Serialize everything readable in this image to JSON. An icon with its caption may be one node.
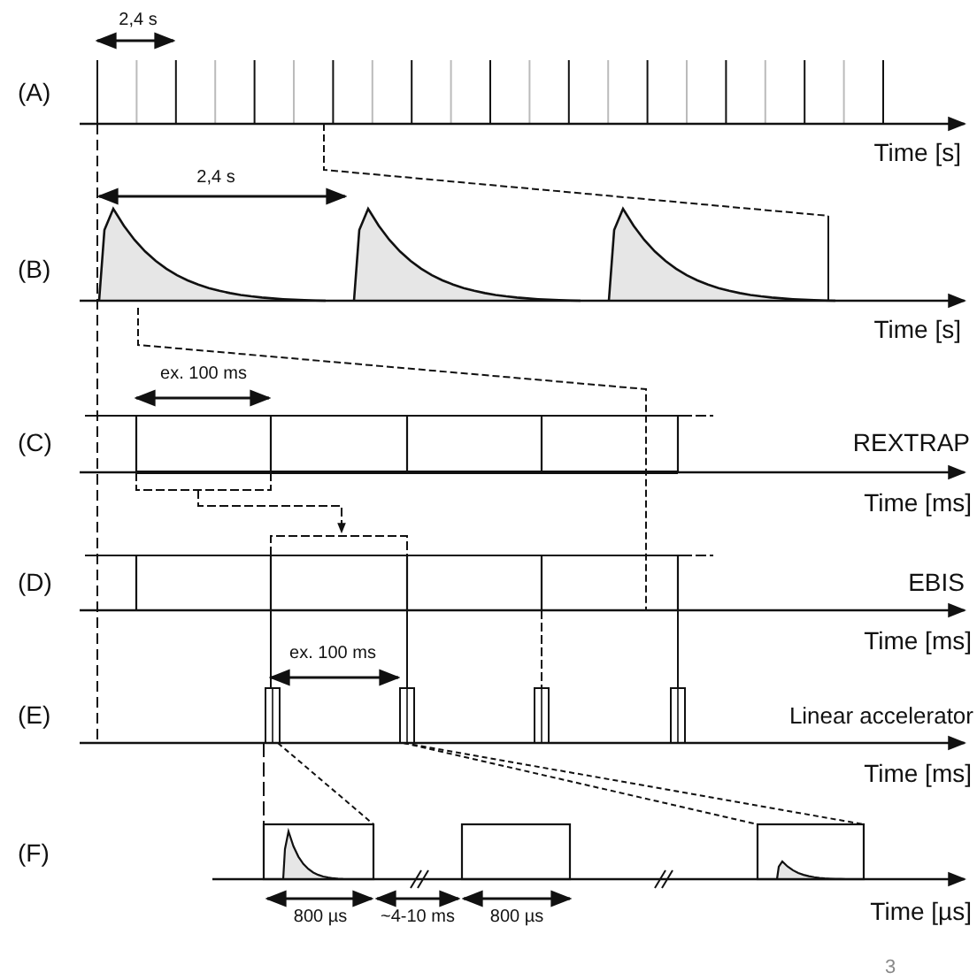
{
  "diagram": {
    "labels": [
      "2,4 s",
      "(A)",
      "Time [s]",
      "2,4 s",
      "(B)",
      "Time [s]",
      "ex. 100 ms",
      "(C)",
      "REXTRAP",
      "Time [ms]",
      "(D)",
      "EBIS",
      "Time [ms]",
      "ex. 100 ms",
      "(E)",
      "Linear accelerator",
      "Time [ms]",
      "(F)",
      "800 µs",
      "~4-10 ms",
      "800 µs",
      "Time [µs]",
      "3"
    ]
  }
}
